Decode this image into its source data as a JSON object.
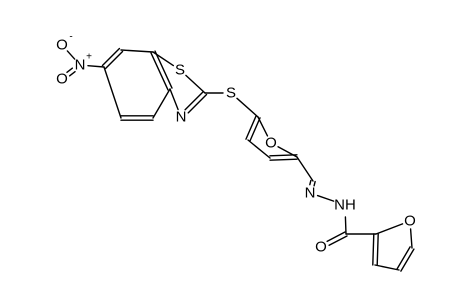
{
  "molecule": {
    "atoms": [
      {
        "id": "O_nitro_top",
        "label": "O",
        "charge": "-"
      },
      {
        "id": "N_nitro",
        "label": "N",
        "charge": "+"
      },
      {
        "id": "O_nitro_bottom",
        "label": "O"
      },
      {
        "id": "S_thiazole",
        "label": "S"
      },
      {
        "id": "N_thiazole",
        "label": "N"
      },
      {
        "id": "S_thioether",
        "label": "S"
      },
      {
        "id": "O_furan1",
        "label": "O"
      },
      {
        "id": "N_imine",
        "label": "N"
      },
      {
        "id": "NH_hydrazide",
        "label": "NH"
      },
      {
        "id": "O_carbonyl",
        "label": "O"
      },
      {
        "id": "O_furan2",
        "label": "O"
      }
    ]
  }
}
